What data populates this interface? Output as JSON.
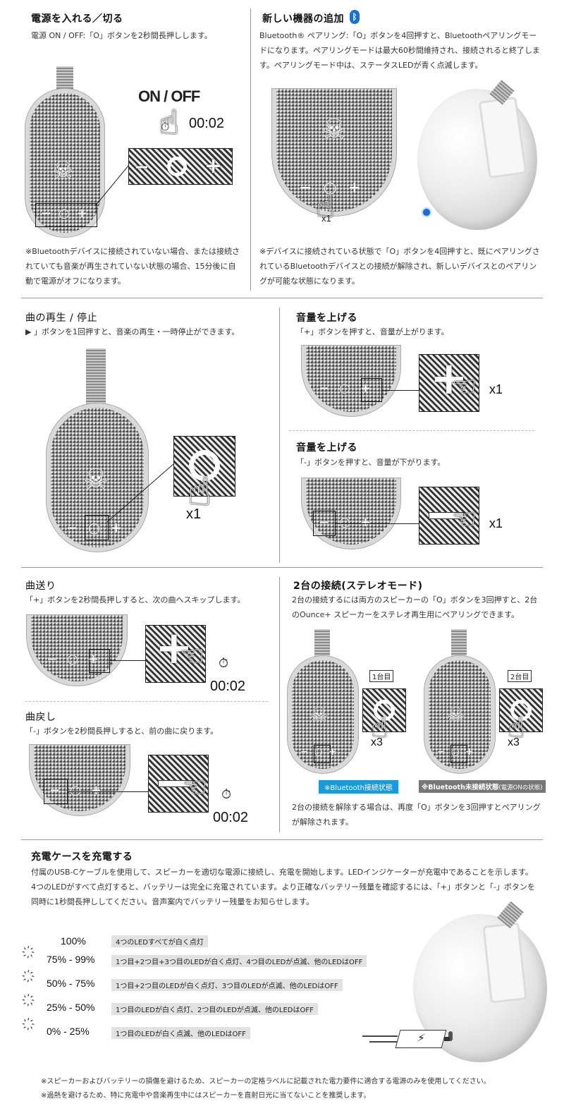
{
  "power": {
    "title": "電源を入れる／切る",
    "desc": "電源 ON / OFF:「O」ボタンを2秒間長押しします。",
    "on_off_label": "ON / OFF",
    "timer": "00:02",
    "note": "※Bluetoothデバイスに接続されていない場合、または接続されていても音楽が再生されていない状態の場合、15分後に自動で電源がオフになります。"
  },
  "pairing": {
    "title": "新しい機器の追加",
    "desc": "Bluetooth® ペアリング:「O」ボタンを4回押すと、Bluetoothペアリングモードになります。ペアリングモードは最大60秒間維持され、接続されると終了します。ペアリングモード中は、ステータスLEDが青く点滅します。",
    "press_count": "x1",
    "note": "※デバイスに接続されている状態で「O」ボタンを4回押すと、既にペアリングされているBluetoothデバイスとの接続が解除され、新しいデバイスとのペアリングが可能な状態になります。"
  },
  "play": {
    "title": "曲の再生 / 停止",
    "desc": "▶ 」ボタンを1回押すと、音楽の再生・一時停止ができます。",
    "press_count": "x1"
  },
  "volume_up": {
    "title": "音量を上げる",
    "desc": "「+」ボタンを押すと、音量が上がります。",
    "press_count": "x1"
  },
  "volume_down": {
    "title": "音量を上げる",
    "desc": "「-」ボタンを押すと、音量が下がります。",
    "press_count": "x1"
  },
  "skip": {
    "title": "曲送り",
    "desc": "「+」ボタンを2秒間長押しすると、次の曲へスキップします。",
    "timer": "00:02"
  },
  "back": {
    "title": "曲戻し",
    "desc": "「-」ボタンを2秒間長押しすると、前の曲に戻ります。",
    "timer": "00:02"
  },
  "stereo": {
    "title": "2台の接続(ステレオモード)",
    "desc": "2台の接続するには両方のスピーカーの「O」ボタンを3回押すと、2台のOunce+ スピーカーをステレオ再生用にペアリングできます。",
    "first_label": "1台目",
    "second_label": "2台目",
    "press_count": "x3",
    "first_status": "※Bluetooth接続状態",
    "second_status_bold": "※Bluetooth未接続状態",
    "second_status_rest": "(電源ONの状態)",
    "note": "2台の接続を解除する場合は、再度「O」ボタンを3回押すとペアリングが解除されます。"
  },
  "charging": {
    "title": "充電ケースを充電する",
    "desc": "付属のUSB-Cケーブルを使用して、スピーカーを適切な電源に接続し、充電を開始します。LEDインジケーターが充電中であることを示します。4つのLEDがすべて点灯すると、バッテリーは完全に充電されています。より正確なバッテリー残量を確認するには、「+」ボタンと「-」ボタンを同時に1秒間長押ししてください。音声案内でバッテリー残量をお知らせします。",
    "levels": [
      {
        "range": "100%",
        "text": "4つのLEDすべてが白く点灯"
      },
      {
        "range": "75% - 99%",
        "text": "1つ目+2つ目+3つ目のLEDが白く点灯、4つ目のLEDが点滅、他のLEDはOFF"
      },
      {
        "range": "50% - 75%",
        "text": "1つ目+2つ目のLEDが白く点灯、3つ目のLEDが点滅、他のLEDはOFF"
      },
      {
        "range": "25% - 50%",
        "text": "1つ目のLEDが白く点灯、2つ目のLEDが点滅、他のLEDはOFF"
      },
      {
        "range": "0% - 25%",
        "text": "1つ目のLEDが白く点滅、他のLEDはOFF"
      }
    ],
    "footnote1": "※スピーカーおよびバッテリーの損傷を避けるため、スピーカーの定格ラベルに記載された電力要件に適合する電源のみを使用してください。",
    "footnote2": "※過熱を避けるため、特に充電中や音楽再生中にはスピーカーを直射日光に当てないことを推奨します。"
  },
  "icons": {
    "bluetooth": "bluetooth-icon",
    "skull": "skull-logo-icon",
    "hand": "pointing-hand-icon",
    "stopwatch": "stopwatch-icon",
    "led": "led-blink-icon",
    "lightning": "lightning-icon"
  },
  "colors": {
    "bluetooth_blue": "#1a6fd1",
    "connected_badge": "#1a9ad8",
    "disconnected_badge": "#777777",
    "led_tag_bg": "#e2e2e2"
  }
}
